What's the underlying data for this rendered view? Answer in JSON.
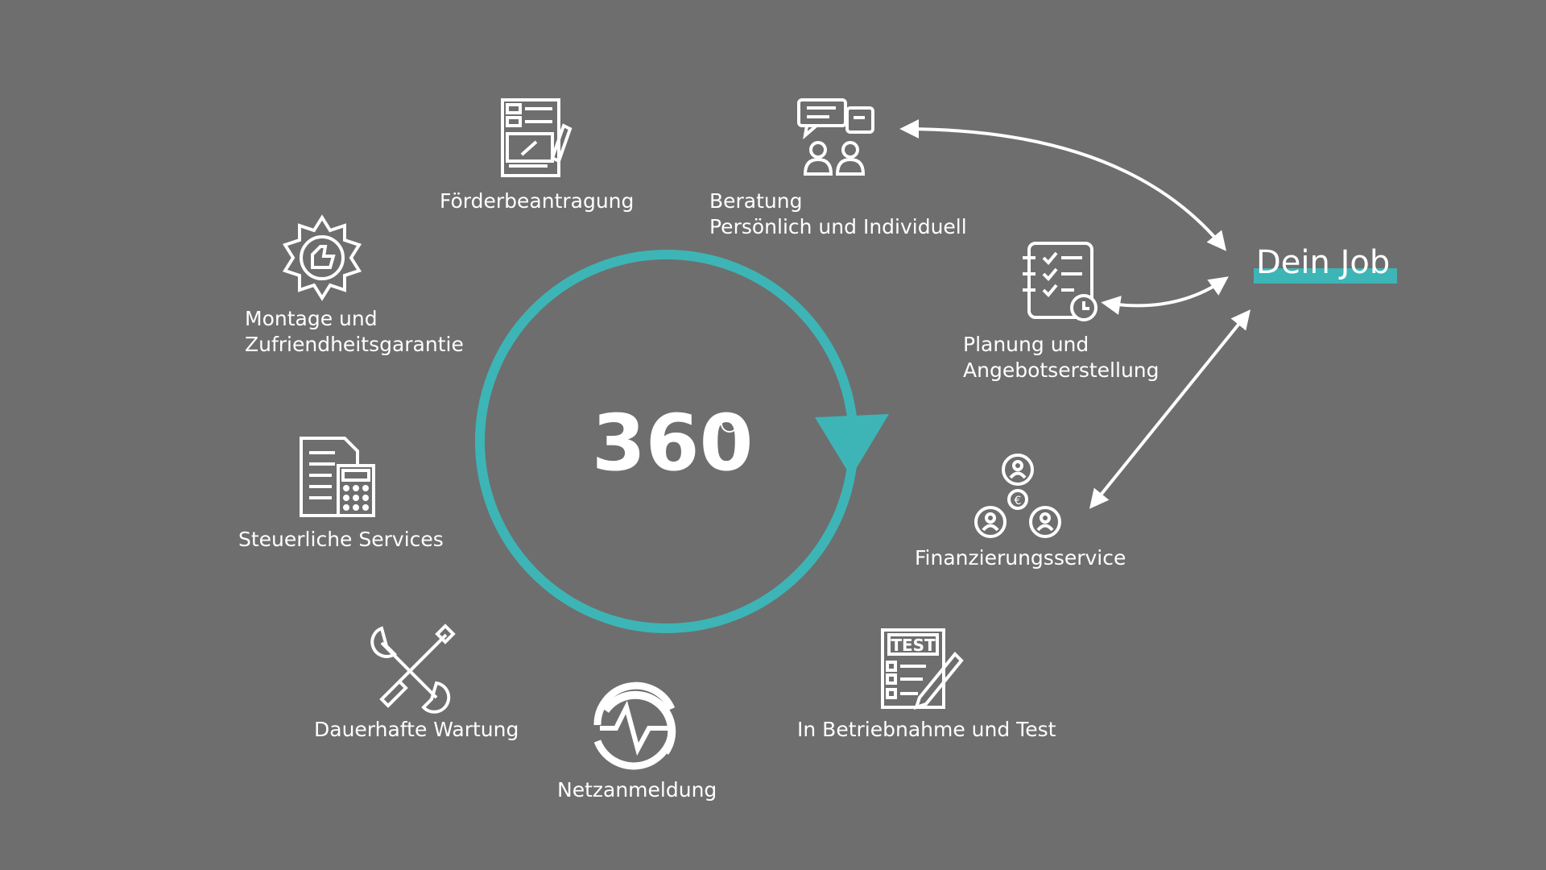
{
  "center": {
    "value": "360",
    "unit_symbol": "°"
  },
  "nodes": {
    "foerder": "Förderbeantragung",
    "beratung_1": "Beratung",
    "beratung_2": "Persönlich und Individuell",
    "montage_1": "Montage und",
    "montage_2": "Zufriendheitsgarantie",
    "planung_1": "Planung und",
    "planung_2": "Angebotserstellung",
    "steuer": "Steuerliche Services",
    "finanz": "Finanzierungsservice",
    "wartung": "Dauerhafte Wartung",
    "betrieb": "In Betriebnahme und Test",
    "netz": "Netzanmeldung"
  },
  "job": {
    "label": "Dein Job"
  },
  "icons": {
    "test_badge": "TEST",
    "euro": "€"
  },
  "colors": {
    "background": "#6e6e6e",
    "accent": "#3db5b6",
    "foreground": "#ffffff"
  }
}
